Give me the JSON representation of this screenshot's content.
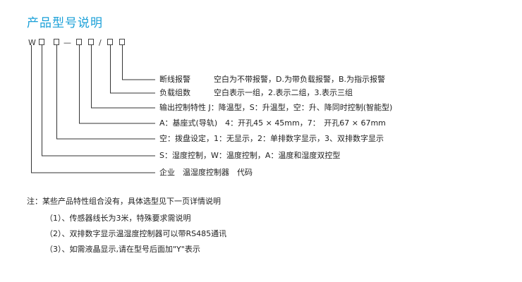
{
  "title": "产品型号说明",
  "code": {
    "prefix": "W",
    "dash": "—",
    "slash": "/"
  },
  "labels": [
    "断线报警　　　空白为不带报警，D.为带负载报警，B.为指示报警",
    "负载组数　　　空白表示一组，2.表示二组，3.表示三组",
    "输出控制特性 J：降温型，S：升温型，空：升、降同时控制(智能型)",
    "A：基座式(导轨)　4：开孔45 × 45mm，7：　开孔67 × 67mm",
    "空：拨盘设定，1：无显示，2：单排数字显示，3、双排数字显示",
    "S：湿度控制，W：温度控制，A：温度和湿度双控型",
    "企业　温湿度控制器　代码"
  ],
  "notes": {
    "heading": "注：某些产品特性组合没有，具体选型见下一页详情说明",
    "items": [
      "（1）、传感器线长为3米，特殊要求需说明",
      "（2）、双排数字显示温湿度控制器可以带RS485通讯",
      "（3）、如需液晶显示,请在型号后面加\"Y\"表示"
    ]
  }
}
